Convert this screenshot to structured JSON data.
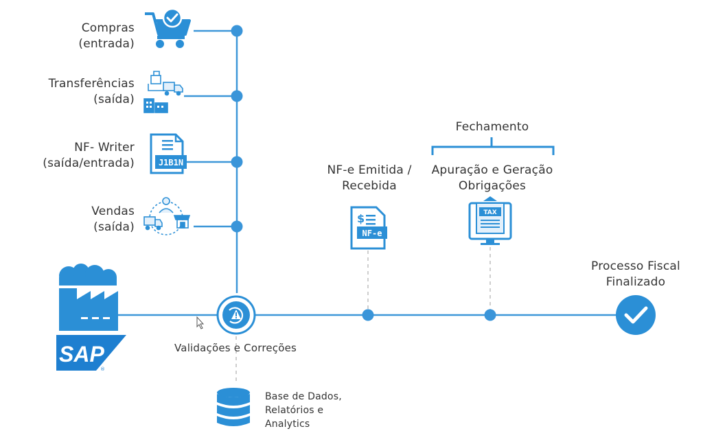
{
  "inputs": [
    {
      "line1": "Compras",
      "line2": "(entrada)",
      "icon": "shopping-cart-icon"
    },
    {
      "line1": "Transferências",
      "line2": "(saída)",
      "icon": "truck-warehouse-icon"
    },
    {
      "line1": "NF- Writer",
      "line2": "(saída/entrada)",
      "icon": "document-j1b1n-icon"
    },
    {
      "line1": "Vendas",
      "line2": "(saída)",
      "icon": "seller-delivery-icon"
    }
  ],
  "erp": {
    "logo_text": "SAP",
    "icon": "factory-icon"
  },
  "validation": {
    "label": "Validações e Correções",
    "icon": "shield-alert-icon"
  },
  "database": {
    "line1": "Base de Dados,",
    "line2": "Relatórios e",
    "line3": "Analytics",
    "icon": "database-icon"
  },
  "nfe": {
    "line1": "NF-e Emitida /",
    "line2": "Recebida",
    "icon_text": "NF-e",
    "icon": "nfe-document-icon"
  },
  "closing": {
    "title": "Fechamento",
    "line1": "Apuração e Geração",
    "line2": "Obrigações",
    "icon_text": "TAX",
    "icon": "tax-monitor-icon"
  },
  "final": {
    "line1": "Processo Fiscal",
    "line2": "Finalizado",
    "icon": "check-circle-icon"
  },
  "colors": {
    "accent": "#2b8fd6",
    "line": "#3d97d8",
    "node": "#3a95d9",
    "dashed": "#bdbdbd",
    "text": "#333333"
  }
}
